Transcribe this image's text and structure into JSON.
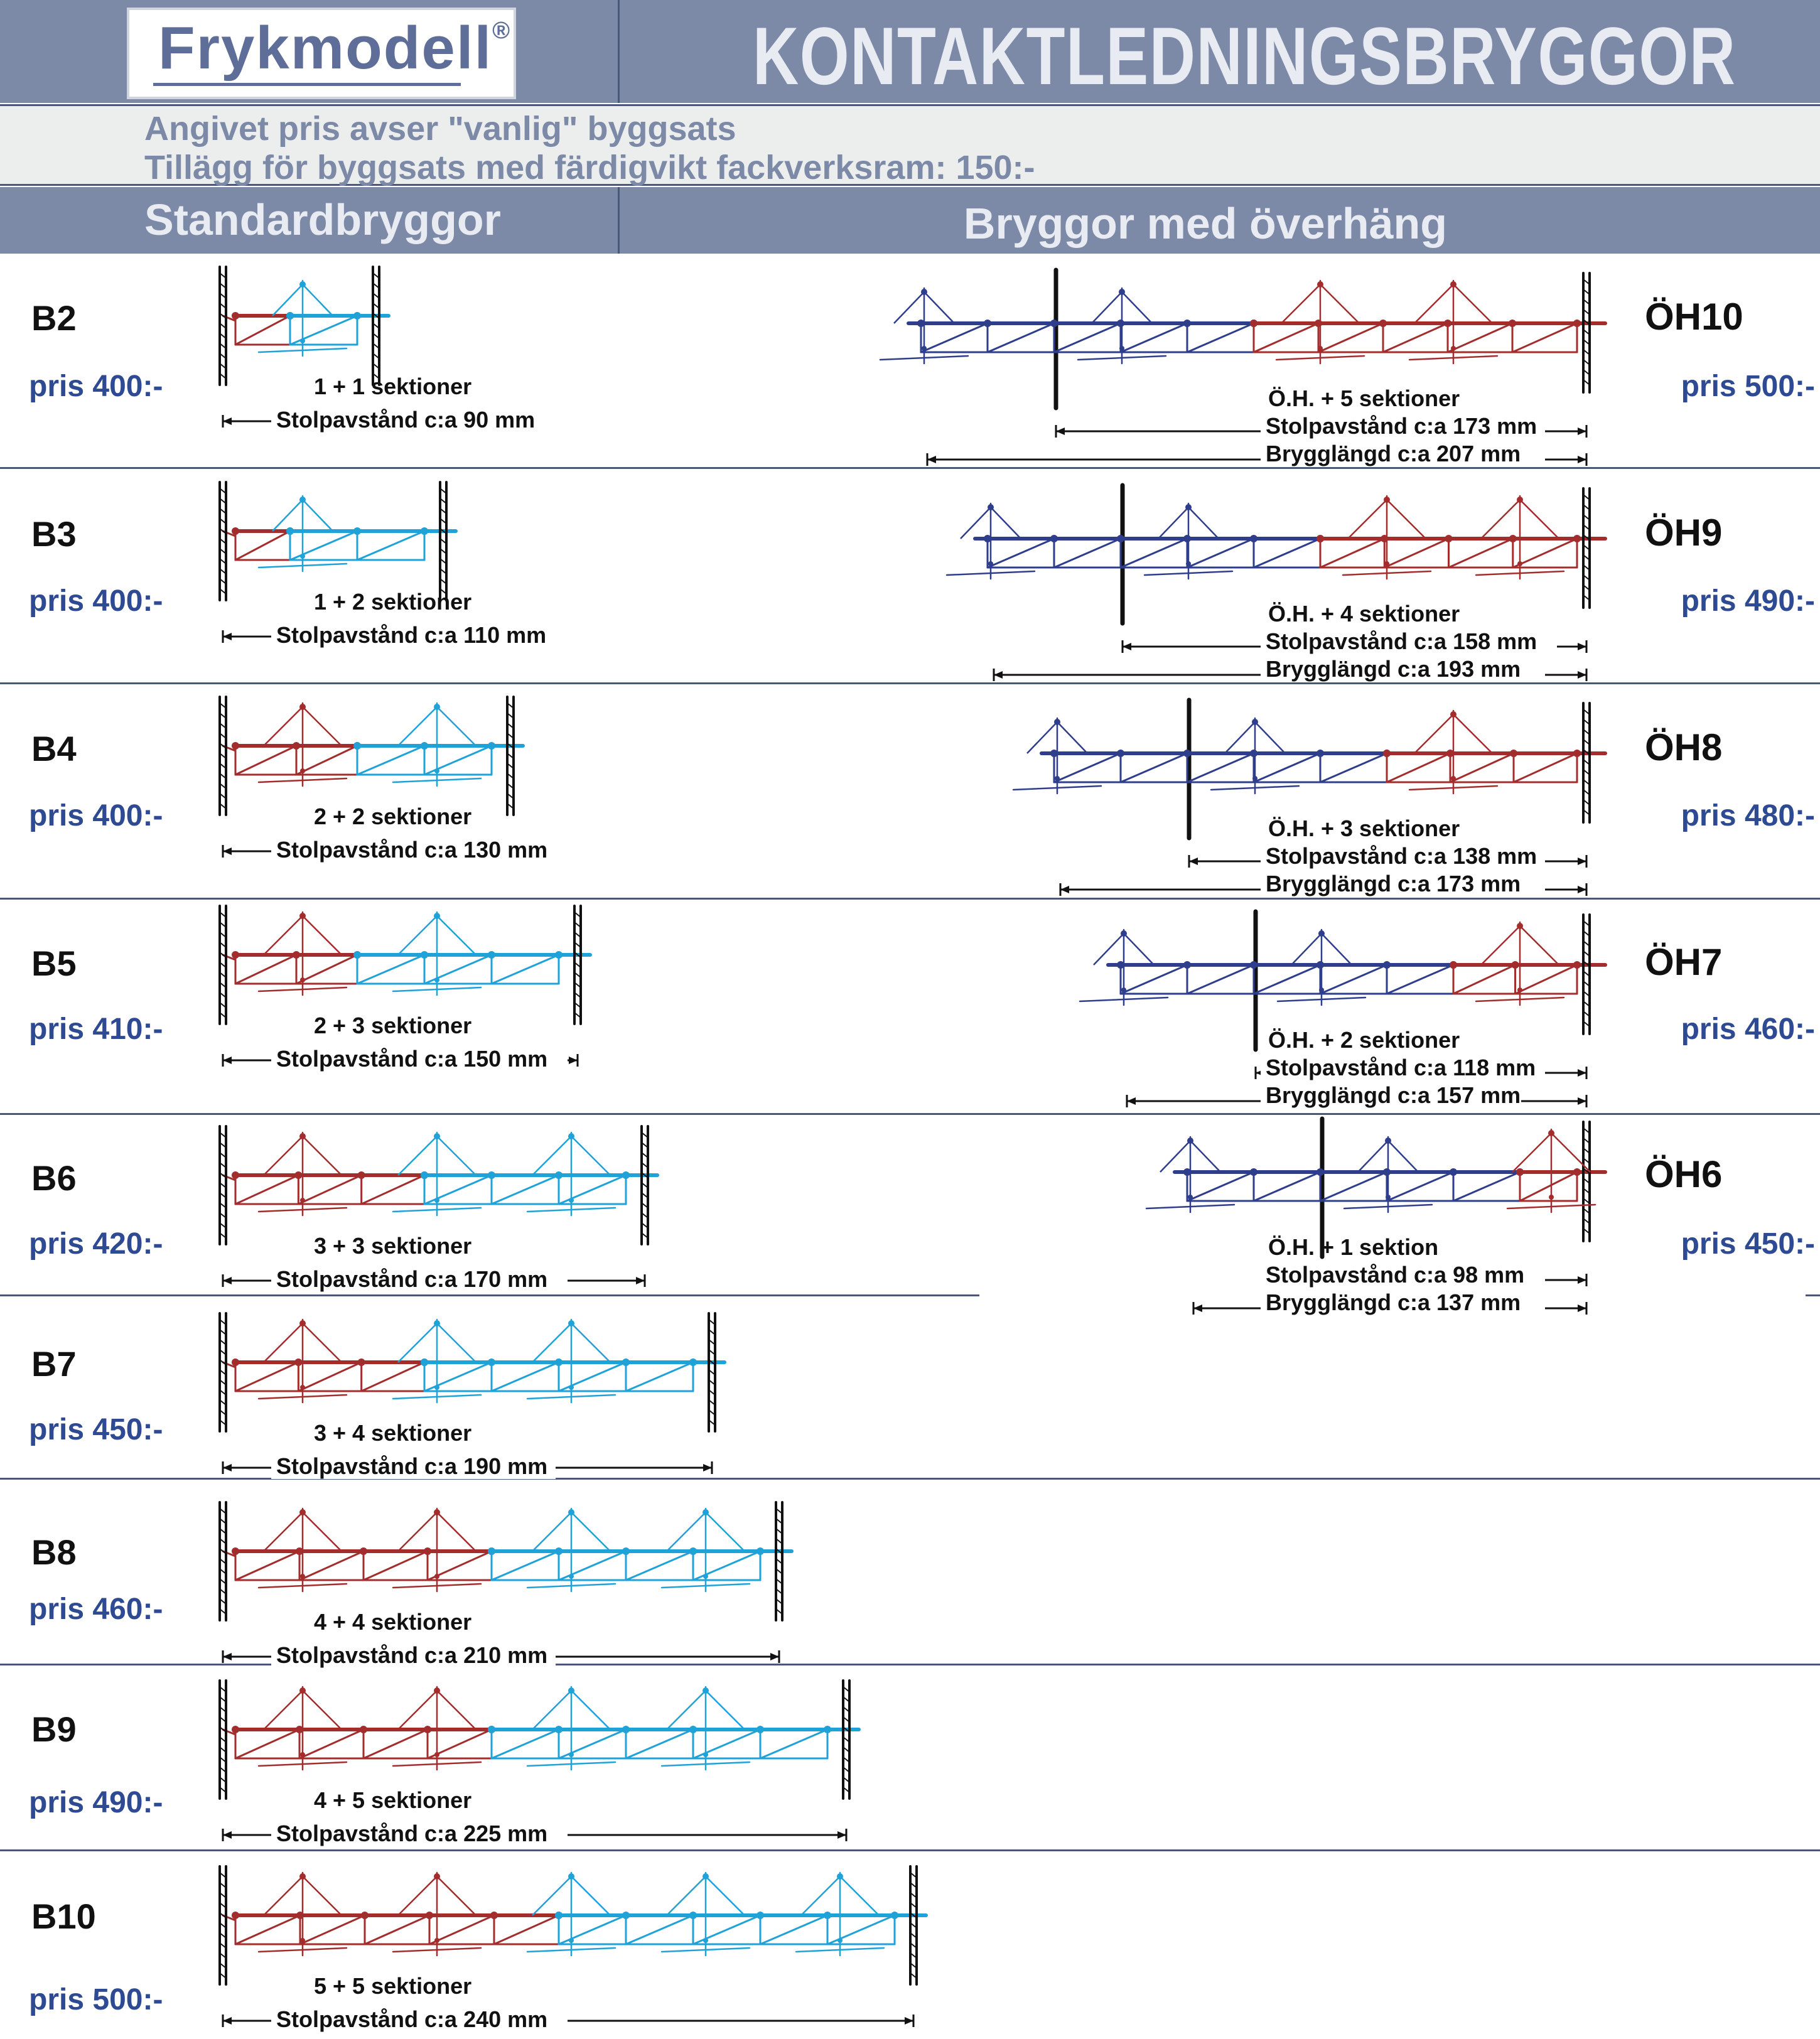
{
  "header": {
    "logo": "Frykmodell",
    "logo_mark": "®",
    "title": "KONTAKTLEDNINGSBRYGGOR"
  },
  "notes": {
    "line1": "Angivet pris avser \"vanlig\" byggsats",
    "line2": "Tillägg för byggsats med färdigvikt fackverksram:  150:-"
  },
  "columns": {
    "left": "Standardbryggor",
    "right": "Bryggor med överhäng"
  },
  "colors": {
    "header_bg": "#7c8aa8",
    "red_section": "#a32d2d",
    "cyan_section": "#1fa2d8",
    "navy_overhang": "#2e3d8c",
    "price_text": "#2e4a92"
  },
  "standard": [
    {
      "code": "B2",
      "price": "pris 400:-",
      "sections": "1 + 1 sektioner",
      "distance": "Stolpavstånd c:a 90 mm",
      "red": 1,
      "cyan": 1
    },
    {
      "code": "B3",
      "price": "pris 400:-",
      "sections": "1 + 2 sektioner",
      "distance": "Stolpavstånd c:a 110 mm",
      "red": 1,
      "cyan": 2
    },
    {
      "code": "B4",
      "price": "pris 400:-",
      "sections": "2 + 2 sektioner",
      "distance": "Stolpavstånd c:a 130 mm",
      "red": 2,
      "cyan": 2
    },
    {
      "code": "B5",
      "price": "pris 410:-",
      "sections": "2 + 3 sektioner",
      "distance": "Stolpavstånd c:a  150 mm",
      "red": 2,
      "cyan": 3
    },
    {
      "code": "B6",
      "price": "pris 420:-",
      "sections": "3 + 3 sektioner",
      "distance": "Stolpavstånd  c:a 170 mm",
      "red": 3,
      "cyan": 3
    },
    {
      "code": "B7",
      "price": "pris 450:-",
      "sections": "3 + 4 sektioner",
      "distance": "Stolpavstånd c:a 190 mm",
      "red": 3,
      "cyan": 4
    },
    {
      "code": "B8",
      "price": "pris 460:-",
      "sections": "4 + 4 sektioner",
      "distance": "Stolpavstånd c:a 210 mm",
      "red": 4,
      "cyan": 4
    },
    {
      "code": "B9",
      "price": "pris 490:-",
      "sections": "4 + 5 sektioner",
      "distance": "Stolpavstånd  c:a 225 mm",
      "red": 4,
      "cyan": 5
    },
    {
      "code": "B10",
      "price": "pris 500:-",
      "sections": "5 + 5 sektioner",
      "distance": "Stolpavstånd  c:a 240 mm",
      "red": 5,
      "cyan": 5
    }
  ],
  "overhang": [
    {
      "code": "ÖH10",
      "price": "pris 500:-",
      "sections": "Ö.H. + 5 sektioner",
      "distance": "Stolpavstånd c:a 173 mm",
      "length": "Brygglängd  c:a  207 mm",
      "red": 5
    },
    {
      "code": "ÖH9",
      "price": "pris 490:-",
      "sections": "Ö.H. + 4 sektioner",
      "distance": "Stolpavstånd  c:a 158 mm",
      "length": "Brygglängd  c:a  193 mm",
      "red": 4
    },
    {
      "code": "ÖH8",
      "price": "pris 480:-",
      "sections": "Ö.H. + 3 sektioner",
      "distance": "Stolpavstånd c:a 138 mm",
      "length": "Brygglängd  c:a  173 mm",
      "red": 3
    },
    {
      "code": "ÖH7",
      "price": "pris 460:-",
      "sections": "Ö.H. + 2 sektioner",
      "distance": "Stolpavstånd c:a 118 mm",
      "length": "Brygglängd c:a 157 mm",
      "red": 2
    },
    {
      "code": "ÖH6",
      "price": "pris 450:-",
      "sections": "Ö.H. + 1 sektion",
      "distance": "Stolpavstånd  c:a 98 mm",
      "length": "Brygglängd   c:a 137 mm",
      "red": 1
    }
  ]
}
